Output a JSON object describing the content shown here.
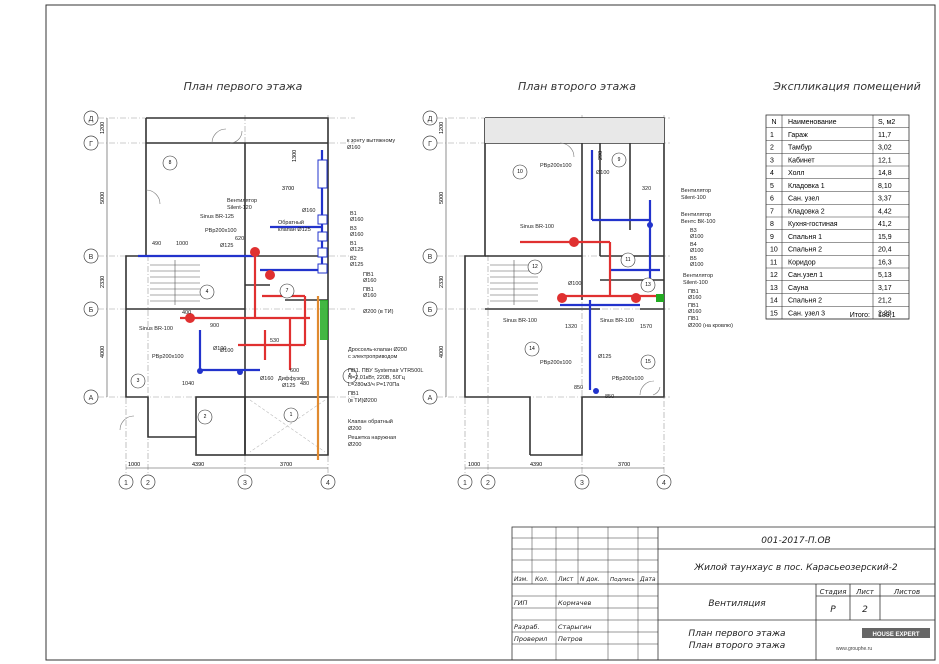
{
  "titles": {
    "floor1": "План первого этажа",
    "floor2": "План второго этажа",
    "explication": "Экспликация помещений"
  },
  "grid": {
    "rows": [
      "Д",
      "Г",
      "В",
      "Б",
      "А"
    ],
    "cols": [
      "1",
      "2",
      "3",
      "4"
    ]
  },
  "dims": {
    "f1_v": [
      "1200",
      "5000",
      "2330",
      "4000"
    ],
    "f1_h": [
      "1000",
      "4390",
      "3700"
    ],
    "f2_v": [
      "1200",
      "5000",
      "2330",
      "4000"
    ],
    "f2_h": [
      "1000",
      "4390",
      "3700"
    ],
    "f1_inner": [
      "1300",
      "3700"
    ],
    "f2_inner": [
      "290"
    ]
  },
  "rooms_f1": [
    "8",
    "4",
    "3",
    "1",
    "2",
    "7",
    "5"
  ],
  "rooms_f2": [
    "10",
    "9",
    "12",
    "11",
    "13",
    "14",
    "15"
  ],
  "labels_f1": [
    "к зонту вытяжному",
    "Ø160",
    "Вентилятор",
    "Silent-120",
    "Sinus BR-125",
    "Ø125",
    "РВр200х100",
    "Обратный",
    "клапан Ø125",
    "В1",
    "Ø160",
    "В3",
    "Ø160",
    "В1",
    "Ø125",
    "В2",
    "Ø125",
    "ПВ1",
    "Ø160",
    "ПВ1",
    "Ø160",
    "Ø200 (в ТИ)",
    "Sinus BR-100",
    "Ø100",
    "Дроссель-клапан Ø200",
    "с электроприводом",
    "ПВ1. ПВУ Systemair VTR500L",
    "N=2,01кВт, 220В, 50Гц",
    "L=280м3/ч  P=170Па",
    "ПВ1",
    "(в ТИ)Ø200",
    "Клапан обратный",
    "Ø200",
    "Решетка наружная",
    "Ø200",
    "Ø160",
    "Диффузор",
    "Ø125",
    "Ø100",
    "РВр200х100",
    "490",
    "1000",
    "620",
    "900",
    "530",
    "600",
    "480",
    "1040",
    "400",
    "Ø160"
  ],
  "labels_f2": [
    "РВр200х100",
    "Ø100",
    "Вентилятор",
    "Silent-100",
    "Вентилятор",
    "Вентс ВК-100",
    "Sinus BR-100",
    "В3",
    "Ø100",
    "В4",
    "Ø100",
    "В5",
    "Ø100",
    "Вентилятор",
    "Silent-100",
    "ПВ1",
    "Ø160",
    "ПВ1",
    "Ø160",
    "ПВ1",
    "Ø200 (на кровлю)",
    "Sinus BR-100",
    "Ø100",
    "Sinus BR-100",
    "1320",
    "1570",
    "Ø125",
    "РВр200х100",
    "РВр200х100",
    "320",
    "850",
    "850"
  ],
  "explication": {
    "headers": [
      "N",
      "Наименование",
      "S, м2"
    ],
    "rows": [
      [
        "1",
        "Гараж",
        "11,7"
      ],
      [
        "2",
        "Тамбур",
        "3,02"
      ],
      [
        "3",
        "Кабинет",
        "12,1"
      ],
      [
        "4",
        "Холл",
        "14,8"
      ],
      [
        "5",
        "Кладовка 1",
        "8,10"
      ],
      [
        "6",
        "Сан. узел",
        "3,37"
      ],
      [
        "7",
        "Кладовка 2",
        "4,42"
      ],
      [
        "8",
        "Кухня-гостиная",
        "41,2"
      ],
      [
        "9",
        "Спальня 1",
        "15,9"
      ],
      [
        "10",
        "Спальня 2",
        "20,4"
      ],
      [
        "11",
        "Коридор",
        "16,3"
      ],
      [
        "12",
        "Сан.узел 1",
        "5,13"
      ],
      [
        "13",
        "Сауна",
        "3,17"
      ],
      [
        "14",
        "Спальня 2",
        "21,2"
      ],
      [
        "15",
        "Сан. узел 3",
        "2,23"
      ]
    ],
    "total_label": "Итого:",
    "total_value": "189,1"
  },
  "stamp": {
    "code": "001-2017-П.ОВ",
    "project": "Жилой таунхаус в пос. Карасьеозерский-2",
    "col_heads": [
      "Изм.",
      "Кол.",
      "Лист",
      "N док.",
      "Подпись",
      "Дата"
    ],
    "roles": [
      "ГИП",
      "Разраб.",
      "Проверил"
    ],
    "names": [
      "Кормачев",
      "Старыгин",
      "Петров"
    ],
    "section": "Вентиляция",
    "stage_heads": [
      "Стадия",
      "Лист",
      "Листов"
    ],
    "stage_vals": [
      "Р",
      "2",
      ""
    ],
    "sheet_title_1": "План первого этажа",
    "sheet_title_2": "План второго этажа",
    "logo_text": "HOUSE EXPERT",
    "site": "www.grouphe.ru"
  },
  "colors": {
    "supply": "#e03030",
    "exhaust": "#2233cc",
    "intake": "#e08a30",
    "green": "#22aa22",
    "line": "#333333"
  }
}
